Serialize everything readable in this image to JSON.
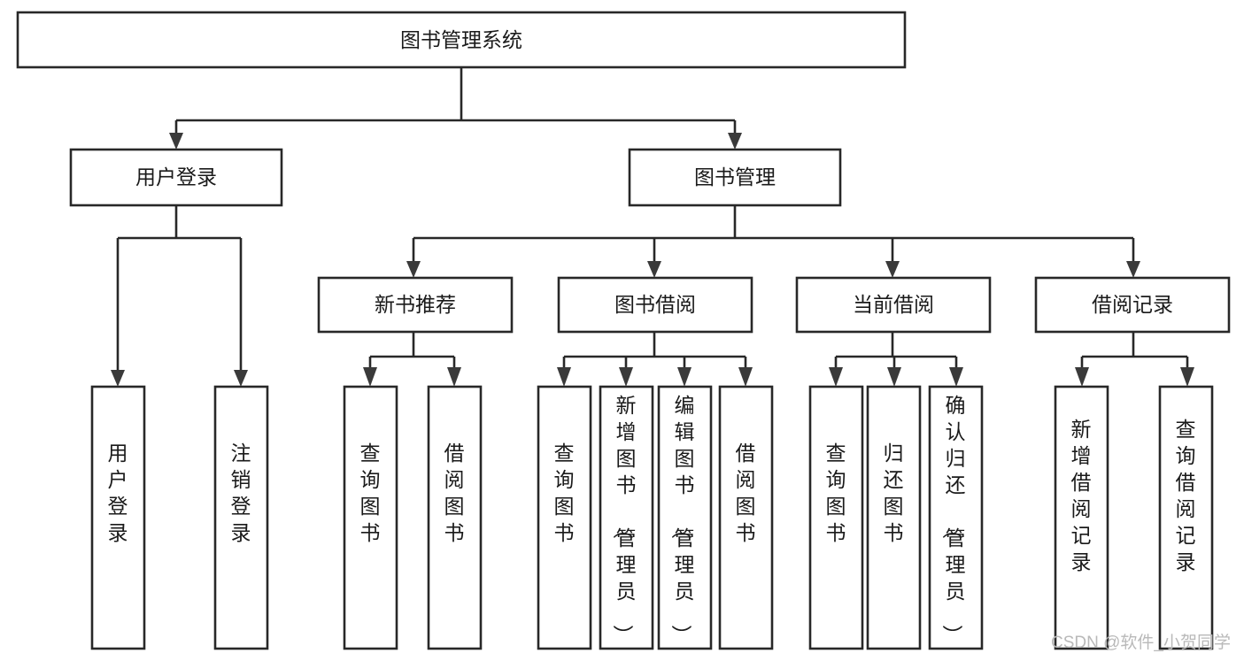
{
  "diagram": {
    "title": "图书管理系统",
    "type": "hierarchical-tree",
    "root": {
      "id": "root",
      "label": "图书管理系统"
    },
    "level1": [
      {
        "id": "user-login",
        "label": "用户登录"
      },
      {
        "id": "book-manage",
        "label": "图书管理"
      }
    ],
    "level2": [
      {
        "id": "new-book-recommend",
        "label": "新书推荐",
        "parent": "book-manage"
      },
      {
        "id": "book-borrow",
        "label": "图书借阅",
        "parent": "book-manage"
      },
      {
        "id": "current-borrow",
        "label": "当前借阅",
        "parent": "book-manage"
      },
      {
        "id": "borrow-record",
        "label": "借阅记录",
        "parent": "book-manage"
      }
    ],
    "leaves": [
      {
        "id": "leaf-user-login",
        "label": "用户登录",
        "parent": "user-login"
      },
      {
        "id": "leaf-logout-login",
        "label": "注销登录",
        "parent": "user-login"
      },
      {
        "id": "leaf-query-book-1",
        "label": "查询图书",
        "parent": "new-book-recommend"
      },
      {
        "id": "leaf-borrow-book-1",
        "label": "借阅图书",
        "parent": "new-book-recommend"
      },
      {
        "id": "leaf-query-book-2",
        "label": "查询图书",
        "parent": "book-borrow"
      },
      {
        "id": "leaf-add-book",
        "label": "新增图书（管理员）",
        "parent": "book-borrow"
      },
      {
        "id": "leaf-edit-book",
        "label": "编辑图书（管理员）",
        "parent": "book-borrow"
      },
      {
        "id": "leaf-borrow-book-2",
        "label": "借阅图书",
        "parent": "book-borrow"
      },
      {
        "id": "leaf-query-book-3",
        "label": "查询图书",
        "parent": "current-borrow"
      },
      {
        "id": "leaf-return-book",
        "label": "归还图书",
        "parent": "current-borrow"
      },
      {
        "id": "leaf-confirm-return",
        "label": "确认归还（管理员）",
        "parent": "current-borrow"
      },
      {
        "id": "leaf-add-borrow-record",
        "label": "新增借阅记录",
        "parent": "borrow-record"
      },
      {
        "id": "leaf-query-borrow-record",
        "label": "查询借阅记录",
        "parent": "borrow-record"
      }
    ]
  },
  "watermark": {
    "text": "CSDN @软件_小贺同学"
  },
  "colors": {
    "box_stroke": "#282828",
    "box_fill": "#ffffff",
    "text": "#1a1a1a",
    "connector": "#282828",
    "watermark": "#b9b9b9",
    "background": "#ffffff"
  }
}
